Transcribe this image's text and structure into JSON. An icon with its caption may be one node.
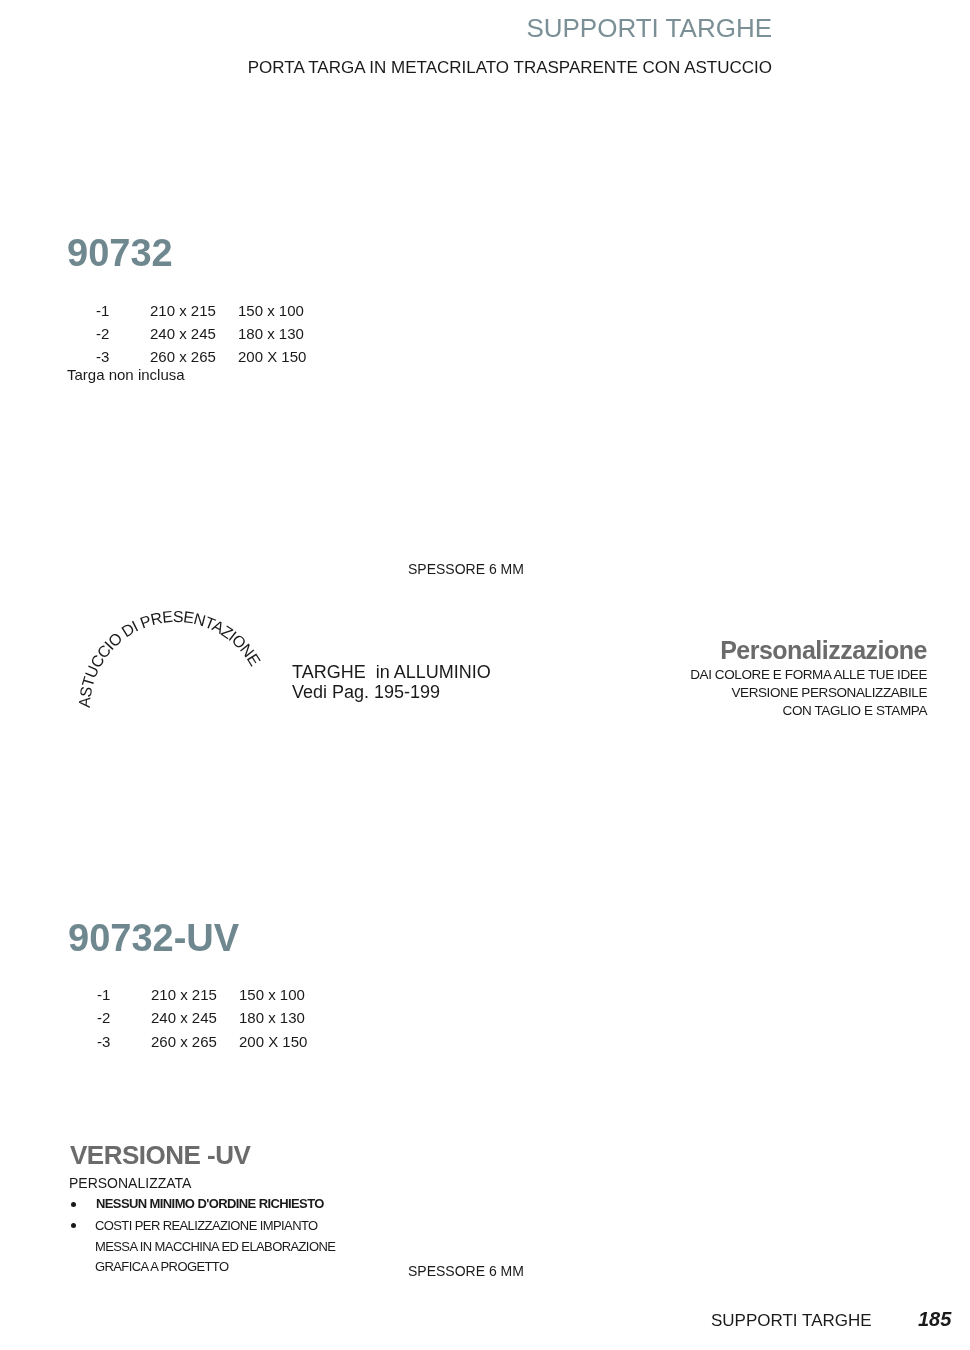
{
  "diagram": {
    "title": "SUPPORTI TARGHE",
    "labels": [
      "PORTA TARGA IN METACRILATO TRASPARENTE CON ASTUCCIO",
      "90732",
      "-1",
      "210 x 215",
      "150 x 100",
      "-2",
      "240 x 245",
      "180 x 130",
      "-3",
      "260 x 265",
      "200 X 150",
      "Targa non inclusa",
      "SPESSORE 6 MM",
      "ASTUCCIO DI PRESENTAZIONE",
      "Personalizzazione",
      "TARGHE  in ALLUMINIO",
      "DAI COLORE E FORMA ALLE TUE IDEE",
      "Vedi Pag. 195-199",
      "VERSIONE PERSONALIZZABILE",
      "CON TAGLIO E STAMPA",
      "90732-UV",
      "-1",
      "210 x 215",
      "150 x 100",
      "-2",
      "240 x 245",
      "180 x 130",
      "-3",
      "260 x 265",
      "200 X 150",
      "VERSIONE -UV",
      "PERSONALIZZATA",
      "NESSUN MINIMO D'ORDINE RICHIESTO",
      "COSTI PER REALIZZAZIONE IMPIANTO MESSA IN MACCHINA ED ELABORAZIONE GRAFICA A PROGETTO",
      "SPESSORE 6 MM",
      "SUPPORTI TARGHE",
      "185"
    ]
  }
}
